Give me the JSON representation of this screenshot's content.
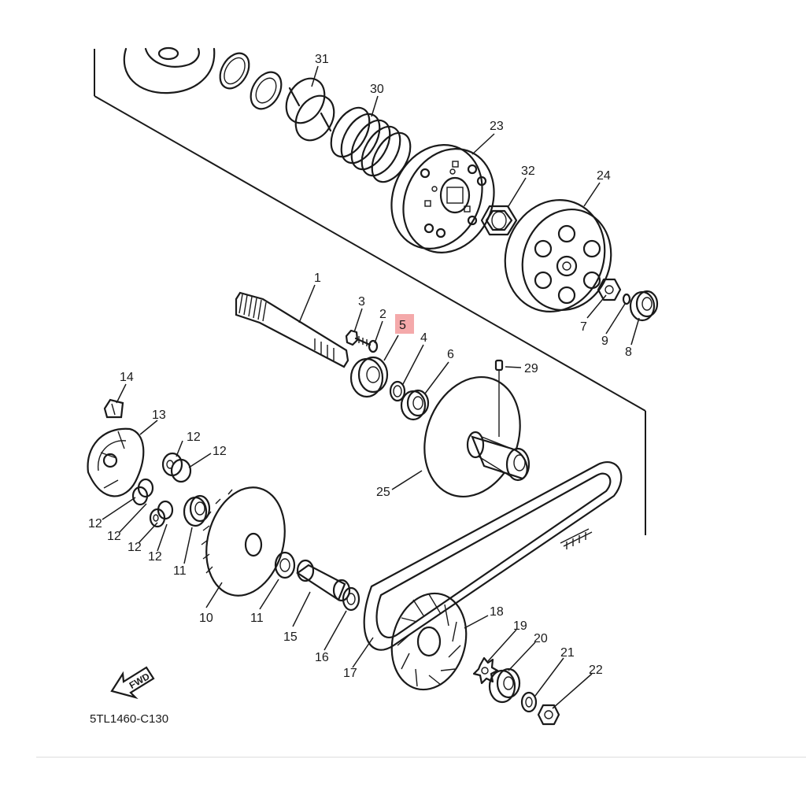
{
  "diagram": {
    "code": "5TL1460-C130",
    "direction_label": "FWD",
    "highlighted_part": "5",
    "highlight_color": "#f4a9aa",
    "callouts": [
      "31",
      "30",
      "23",
      "32",
      "24",
      "1",
      "3",
      "2",
      "5",
      "4",
      "6",
      "7",
      "9",
      "8",
      "29",
      "14",
      "13",
      "12",
      "12",
      "12",
      "12",
      "12",
      "12",
      "11",
      "10",
      "25",
      "11",
      "15",
      "16",
      "17",
      "18",
      "19",
      "20",
      "21",
      "22"
    ]
  }
}
